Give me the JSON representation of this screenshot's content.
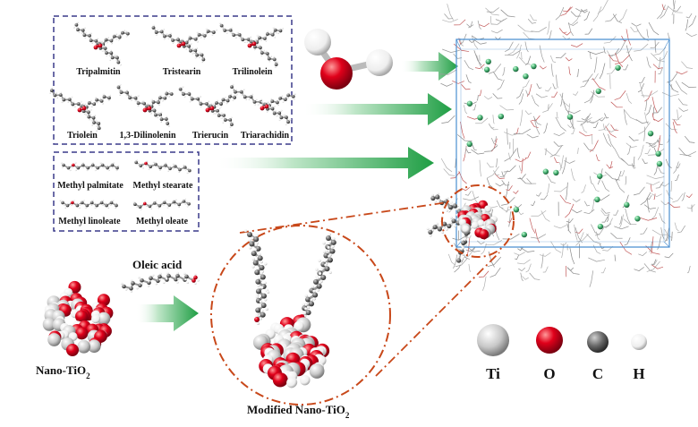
{
  "triglycerides": {
    "items": [
      {
        "name": "Tripalmitin"
      },
      {
        "name": "Tristearin"
      },
      {
        "name": "Trilinolein"
      },
      {
        "name": "Triolein"
      },
      {
        "name": "1,3-Dilinolenin"
      },
      {
        "name": "Trierucin"
      },
      {
        "name": "Triarachidin"
      }
    ]
  },
  "esters": {
    "items": [
      {
        "name": "Methyl palmitate"
      },
      {
        "name": "Methyl stearate"
      },
      {
        "name": "Methyl linoleate"
      },
      {
        "name": "Methyl oleate"
      }
    ]
  },
  "oleic_label": "Oleic acid",
  "nano_label": "Nano-TiO",
  "nano_sub": "2",
  "modified_label": "Modified Nano-TiO",
  "modified_sub": "2",
  "legend": [
    {
      "label": "Ti",
      "color": "#c8c8c8"
    },
    {
      "label": "O",
      "color": "#e0001a"
    },
    {
      "label": "C",
      "color": "#6a6a6a"
    },
    {
      "label": "H",
      "color": "#f2f2f2"
    }
  ],
  "colors": {
    "box_border": "#3a3a8a",
    "arrow_green": "#21a045",
    "dash_orange": "#c8481a",
    "sim_box": "#4a8fd0"
  }
}
